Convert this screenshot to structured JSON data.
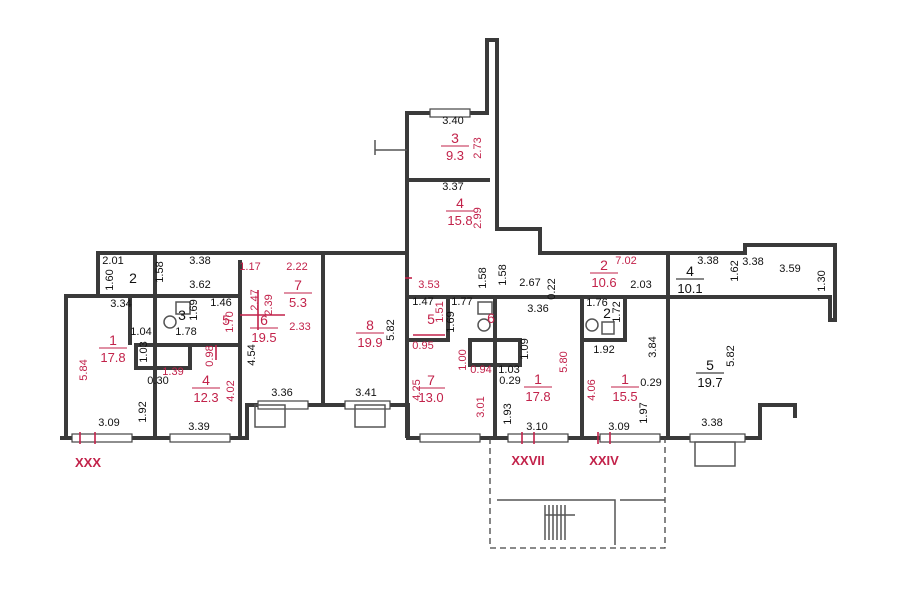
{
  "axes": [
    "XXX",
    "XXVII",
    "XXIV"
  ],
  "rooms": [
    {
      "id": "l1",
      "num": "1",
      "area": "17.8",
      "color": "red"
    },
    {
      "id": "l2",
      "num": "2",
      "area": "",
      "color": "black"
    },
    {
      "id": "l3",
      "num": "3",
      "area": "",
      "color": "black"
    },
    {
      "id": "l4",
      "num": "4",
      "area": "12.3",
      "color": "red"
    },
    {
      "id": "l5",
      "num": "5",
      "area": "",
      "color": "red"
    },
    {
      "id": "l6",
      "num": "6",
      "area": "19.5",
      "color": "red"
    },
    {
      "id": "l7",
      "num": "7",
      "area": "5.3",
      "color": "red"
    },
    {
      "id": "m8",
      "num": "8",
      "area": "19.9",
      "color": "red"
    },
    {
      "id": "t3",
      "num": "3",
      "area": "9.3",
      "color": "red"
    },
    {
      "id": "t4",
      "num": "4",
      "area": "15.8",
      "color": "red"
    },
    {
      "id": "c5",
      "num": "5",
      "area": "",
      "color": "red"
    },
    {
      "id": "c6",
      "num": "6",
      "area": "",
      "color": "red"
    },
    {
      "id": "c7",
      "num": "7",
      "area": "13.0",
      "color": "red"
    },
    {
      "id": "c1",
      "num": "1",
      "area": "17.8",
      "color": "red"
    },
    {
      "id": "r2",
      "num": "2",
      "area": "10.6",
      "color": "red"
    },
    {
      "id": "r2b",
      "num": "2",
      "area": "",
      "color": "black"
    },
    {
      "id": "r1",
      "num": "1",
      "area": "15.5",
      "color": "red"
    },
    {
      "id": "r4",
      "num": "4",
      "area": "10.1",
      "color": "black"
    },
    {
      "id": "r5",
      "num": "5",
      "area": "19.7",
      "color": "black"
    }
  ],
  "dims": [
    {
      "t": "3.40",
      "c": "black"
    },
    {
      "t": "2.73",
      "c": "red"
    },
    {
      "t": "3.37",
      "c": "black"
    },
    {
      "t": "2.99",
      "c": "red"
    },
    {
      "t": "1.60",
      "c": "black"
    },
    {
      "t": "2.01",
      "c": "black"
    },
    {
      "t": "1.58",
      "c": "black"
    },
    {
      "t": "3.38",
      "c": "black"
    },
    {
      "t": "1.17",
      "c": "red"
    },
    {
      "t": "2.22",
      "c": "red"
    },
    {
      "t": "3.34",
      "c": "black"
    },
    {
      "t": "3.62",
      "c": "black"
    },
    {
      "t": "1.46",
      "c": "black"
    },
    {
      "t": "1.69",
      "c": "black"
    },
    {
      "t": "1.78",
      "c": "black"
    },
    {
      "t": "1.70",
      "c": "red"
    },
    {
      "t": "2.47",
      "c": "red"
    },
    {
      "t": "2.39",
      "c": "red"
    },
    {
      "t": "2.33",
      "c": "red"
    },
    {
      "t": "1.04",
      "c": "black"
    },
    {
      "t": "1.03",
      "c": "black"
    },
    {
      "t": "0.98",
      "c": "red"
    },
    {
      "t": "1.39",
      "c": "red"
    },
    {
      "t": "4.54",
      "c": "black"
    },
    {
      "t": "5.84",
      "c": "red"
    },
    {
      "t": "0.30",
      "c": "black"
    },
    {
      "t": "4.02",
      "c": "red"
    },
    {
      "t": "1.92",
      "c": "black"
    },
    {
      "t": "3.09",
      "c": "black"
    },
    {
      "t": "3.39",
      "c": "black"
    },
    {
      "t": "3.36",
      "c": "black"
    },
    {
      "t": "3.41",
      "c": "black"
    },
    {
      "t": "5.82",
      "c": "black"
    },
    {
      "t": "3.53",
      "c": "red"
    },
    {
      "t": "1.58",
      "c": "black"
    },
    {
      "t": "1.58",
      "c": "black"
    },
    {
      "t": "2.67",
      "c": "black"
    },
    {
      "t": "7.02",
      "c": "red"
    },
    {
      "t": "0.22",
      "c": "black"
    },
    {
      "t": "2.03",
      "c": "black"
    },
    {
      "t": "3.38",
      "c": "black"
    },
    {
      "t": "1.62",
      "c": "black"
    },
    {
      "t": "3.59",
      "c": "black"
    },
    {
      "t": "1.30",
      "c": "black"
    },
    {
      "t": "1.47",
      "c": "black"
    },
    {
      "t": "1.77",
      "c": "black"
    },
    {
      "t": "1.51",
      "c": "red"
    },
    {
      "t": "1.69",
      "c": "black"
    },
    {
      "t": "3.36",
      "c": "black"
    },
    {
      "t": "1.76",
      "c": "black"
    },
    {
      "t": "1.72",
      "c": "black"
    },
    {
      "t": "0.95",
      "c": "red"
    },
    {
      "t": "1.00",
      "c": "red"
    },
    {
      "t": "0.94",
      "c": "red"
    },
    {
      "t": "1.03",
      "c": "black"
    },
    {
      "t": "1.09",
      "c": "black"
    },
    {
      "t": "0.29",
      "c": "black"
    },
    {
      "t": "5.80",
      "c": "red"
    },
    {
      "t": "1.92",
      "c": "black"
    },
    {
      "t": "3.84",
      "c": "black"
    },
    {
      "t": "4.25",
      "c": "red"
    },
    {
      "t": "3.01",
      "c": "red"
    },
    {
      "t": "4.06",
      "c": "red"
    },
    {
      "t": "0.29",
      "c": "black"
    },
    {
      "t": "5.82",
      "c": "black"
    },
    {
      "t": "1.93",
      "c": "black"
    },
    {
      "t": "3.10",
      "c": "black"
    },
    {
      "t": "3.09",
      "c": "black"
    },
    {
      "t": "1.97",
      "c": "black"
    },
    {
      "t": "3.38",
      "c": "black"
    },
    {
      "t": "3.38",
      "c": "black"
    }
  ]
}
